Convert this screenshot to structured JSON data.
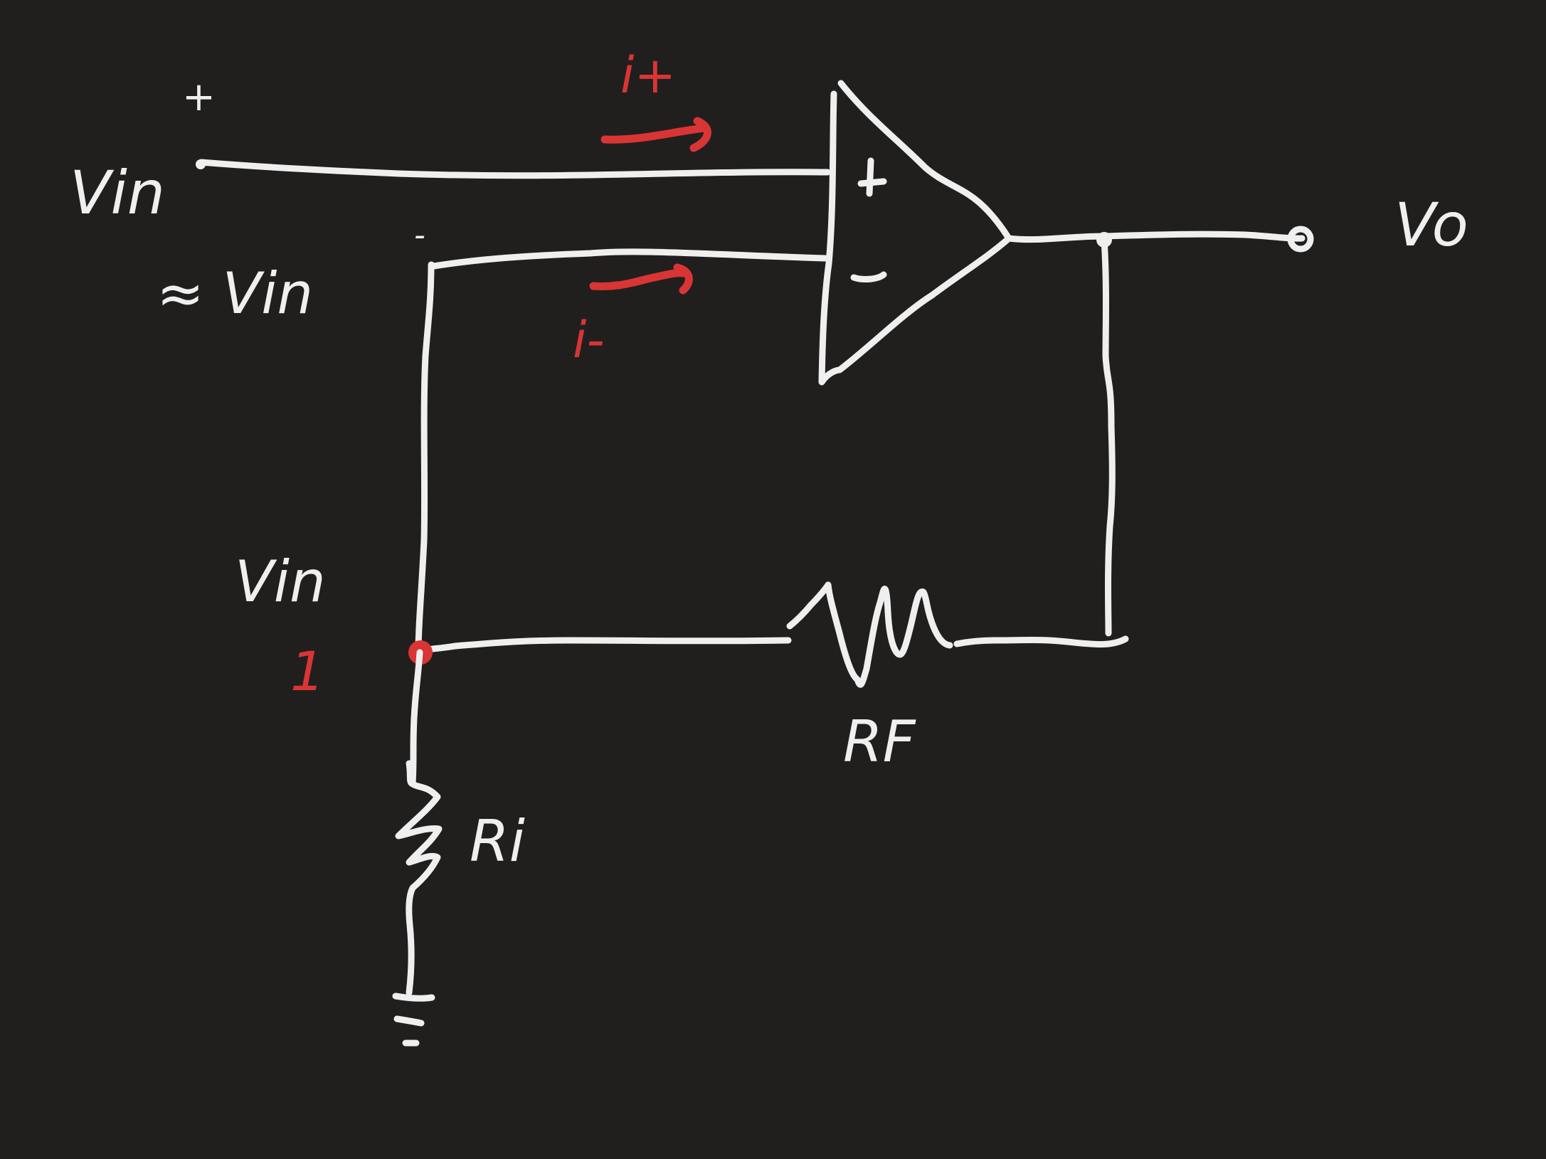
{
  "labels": {
    "plus_terminal": "+",
    "vin_source": "Vin",
    "minus_terminal": "-",
    "approx_vin": "≈ Vin",
    "i_plus": "i+",
    "i_minus": "i-",
    "opamp_plus": "+",
    "opamp_minus": "−",
    "vout": "Vo",
    "node_voltage": "Vin",
    "node_number": "1",
    "rf_label": "RF",
    "ri_label": "Ri"
  },
  "colors": {
    "background": "#201f1e",
    "ink": "#efefef",
    "accent": "#d93535"
  }
}
